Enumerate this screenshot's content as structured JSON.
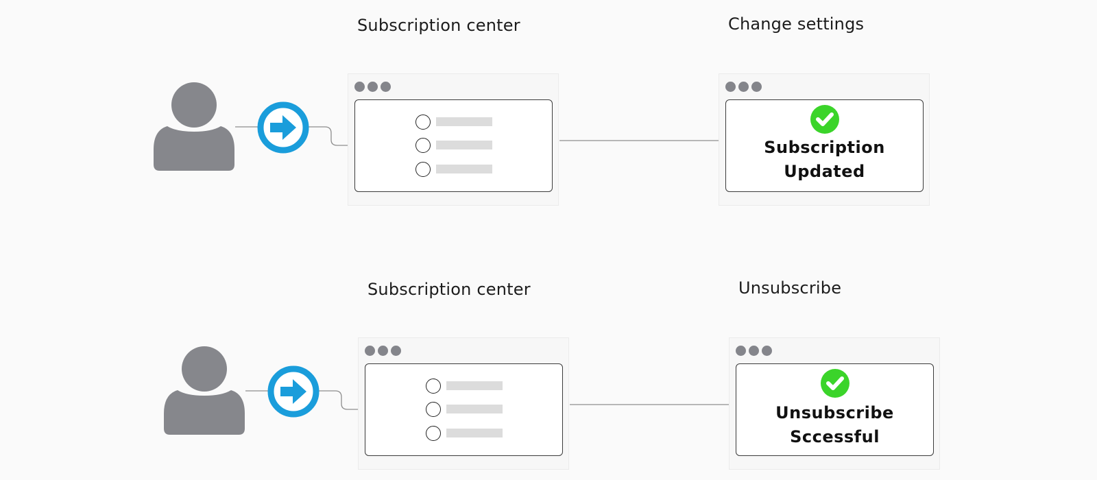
{
  "flows": [
    {
      "center_title": "Subscription center",
      "result_title": "Change settings",
      "result_message": [
        "Subscription",
        "Updated"
      ],
      "options": 3
    },
    {
      "center_title": "Subscription center",
      "result_title": "Unsubscribe",
      "result_message": [
        "Unsubscribe",
        "Sccessful"
      ],
      "options": 3
    }
  ],
  "icons": {
    "user": "user-icon",
    "arrow": "arrow-right-circle-icon",
    "check": "check-circle-icon"
  },
  "colors": {
    "user_gray": "#86878c",
    "arrow_blue": "#1a9ddb",
    "check_green": "#3bd42a",
    "window_dots": "#84858b"
  }
}
